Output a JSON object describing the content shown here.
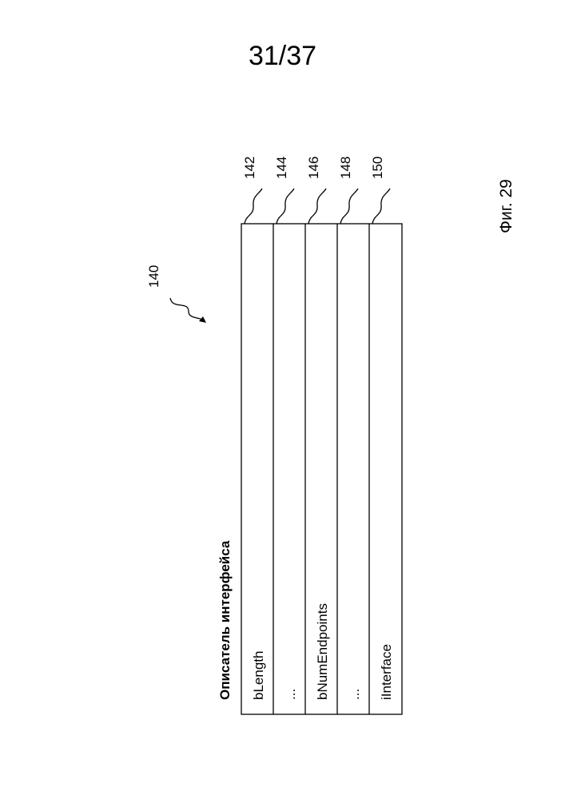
{
  "page_number": "31/37",
  "figure_label": "Фиг. 29",
  "descriptor": {
    "ref": "140",
    "title": "Описатель интерфейса",
    "fields": [
      {
        "label": "bLength",
        "ref": "142"
      },
      {
        "label": "...",
        "ref": "144"
      },
      {
        "label": "bNumEndpoints",
        "ref": "146"
      },
      {
        "label": "...",
        "ref": "148"
      },
      {
        "label": "iInterface",
        "ref": "150"
      }
    ]
  }
}
